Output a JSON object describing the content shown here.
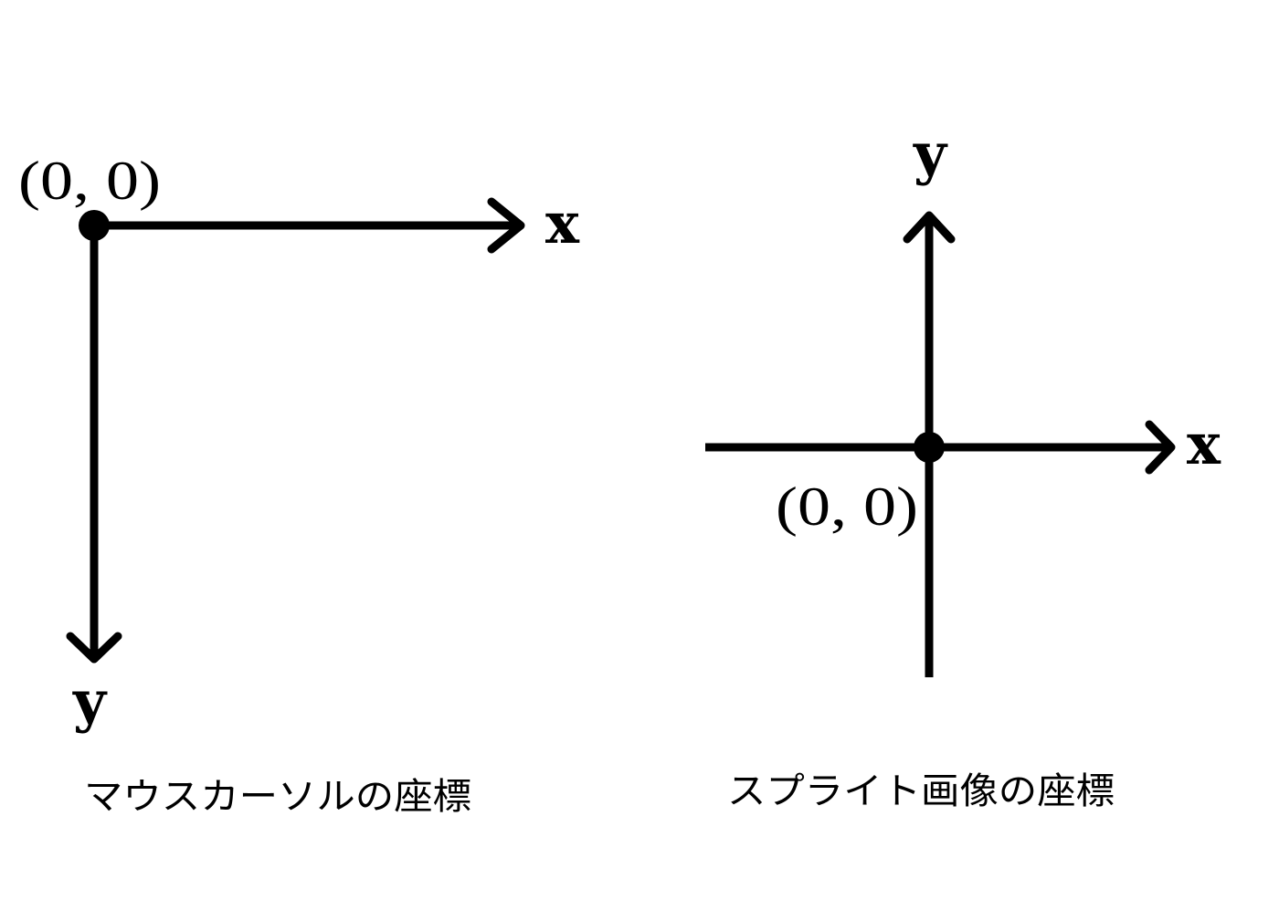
{
  "mouse_panel": {
    "origin_label": "(0, 0)",
    "x_label": "x",
    "y_label": "y",
    "caption": "マウスカーソルの座標"
  },
  "sprite_panel": {
    "origin_label": "(0, 0)",
    "x_label": "x",
    "y_label": "y",
    "caption": "スプライト画像の座標"
  },
  "colors": {
    "ink": "#000000",
    "background": "#ffffff"
  }
}
